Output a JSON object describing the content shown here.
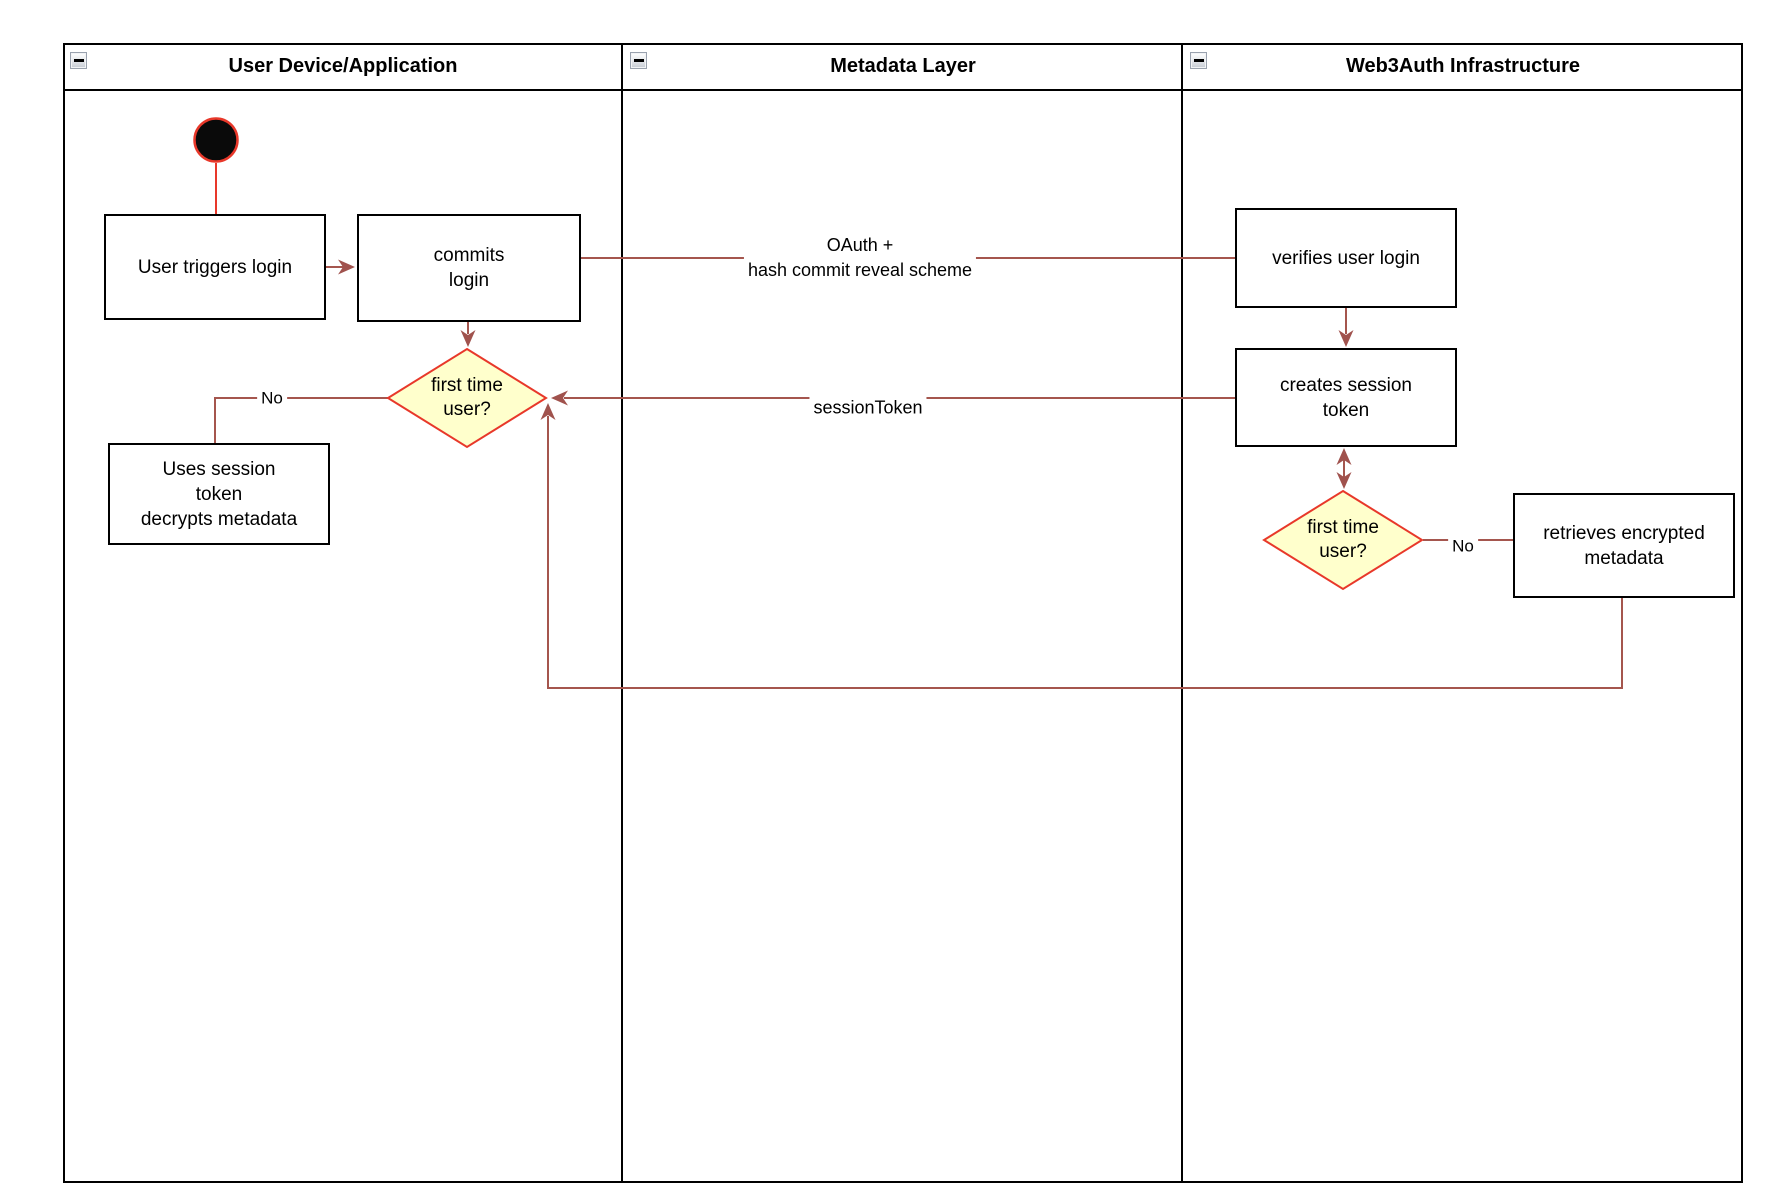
{
  "colors": {
    "shape_border": "#000000",
    "shape_fill": "#FFFFFF",
    "diamond_fill": "#FFFFCC",
    "diamond_border": "#E8382A",
    "start_node_fill": "#0A0A0A",
    "start_edge": "#E8382A",
    "edge": "#A5564E",
    "arrowhead": "#A0524D"
  },
  "lanes": [
    {
      "title": "User Device/Application"
    },
    {
      "title": "Metadata Layer"
    },
    {
      "title": "Web3Auth Infrastructure"
    }
  ],
  "nodes": {
    "user_triggers_login": {
      "lines": [
        "User triggers login"
      ]
    },
    "commits_login": {
      "lines": [
        "commits",
        "login"
      ]
    },
    "first_time_user_device": {
      "lines": [
        "first time",
        "user?"
      ]
    },
    "uses_session_token": {
      "lines": [
        "Uses session",
        "token",
        "decrypts metadata"
      ]
    },
    "verifies_user_login": {
      "lines": [
        "verifies user login"
      ]
    },
    "creates_session_token": {
      "lines": [
        "creates session",
        "token"
      ]
    },
    "first_time_user_infra": {
      "lines": [
        "first time",
        "user?"
      ]
    },
    "retrieves_encrypted_metadata": {
      "lines": [
        "retrieves encrypted",
        "metadata"
      ]
    }
  },
  "edge_labels": {
    "oauth_line1": "OAuth +",
    "oauth_line2": "hash commit reveal scheme",
    "session_token": "sessionToken",
    "no_device": "No",
    "no_infra": "No"
  }
}
